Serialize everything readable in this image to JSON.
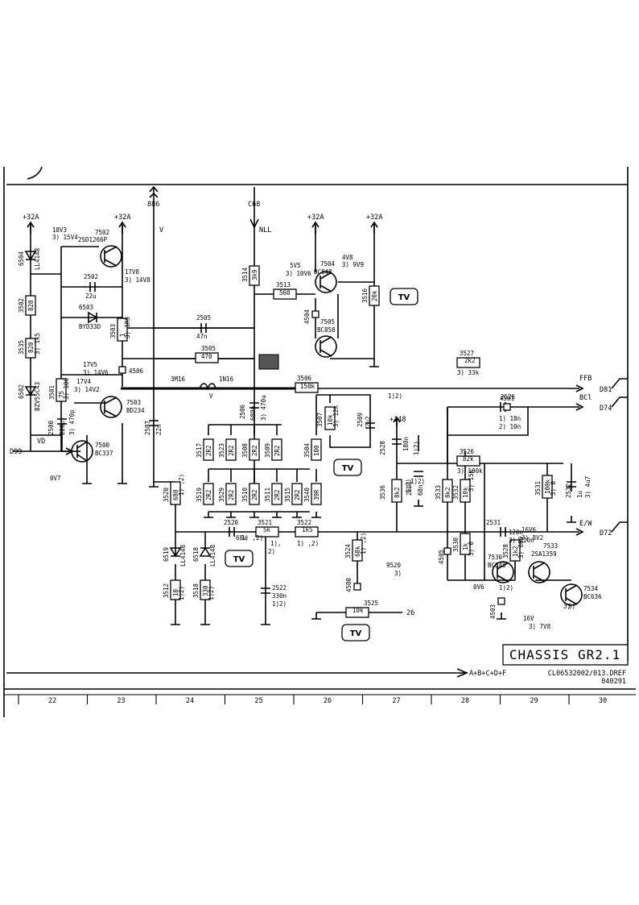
{
  "title_block": {
    "chassis": "CHASSIS GR2.1",
    "drawing_code": "CL06532002/013.DREF",
    "date_code": "040291",
    "bus_label": "A+B+C+D+F"
  },
  "grid_columns": [
    "22",
    "23",
    "24",
    "25",
    "26",
    "27",
    "28",
    "29",
    "30"
  ],
  "connectors": {
    "top_886": "886",
    "top_c68": "C68",
    "top_v": "V",
    "top_nll": "NLL",
    "in_vd": "VD",
    "in_d99": "D99",
    "out_ffb": "FFB",
    "out_d81": "D81",
    "out_bcl": "BCl",
    "out_d74": "D74",
    "out_ew": "E/W",
    "out_d72": "D72",
    "arrow_26": "26"
  },
  "supplies": {
    "p32a": "+32A",
    "p148": "+148"
  },
  "tv_badge": "TV",
  "transistors": [
    {
      "ref": "7500",
      "type": "BC337",
      "note": "0V7"
    },
    {
      "ref": "7502",
      "type": "2SD1266P",
      "note": "18V3",
      "note2": "3) 15V4"
    },
    {
      "ref": "7503",
      "type": "BD234",
      "note": "17V5",
      "note2": "3) 14V6"
    },
    {
      "ref": "7504",
      "type": "BC848",
      "note": "5V5",
      "note2": "3) 10V6",
      "note3": "4V8",
      "note4": "3) 9V9"
    },
    {
      "ref": "7505",
      "type": "BC858"
    },
    {
      "ref": "7530",
      "type": "BC848",
      "note": "0V6"
    },
    {
      "ref": "7533",
      "type": "2SA1359",
      "note": "16V6",
      "note2": "3) 8V2"
    },
    {
      "ref": "7534",
      "type": "BC636",
      "note": "3)"
    }
  ],
  "diodes": [
    {
      "ref": "6504",
      "type": "LL4148"
    },
    {
      "ref": "6502",
      "type": "BZV55C43"
    },
    {
      "ref": "6503",
      "type": "BYD33D"
    },
    {
      "ref": "6519",
      "type": "LL4148"
    },
    {
      "ref": "6518",
      "type": "LL4148"
    }
  ],
  "resistors": [
    {
      "ref": "3502",
      "value": "820"
    },
    {
      "ref": "3535",
      "value": "820",
      "note": "3) 1k5"
    },
    {
      "ref": "3501",
      "value": "75",
      "note": "3) 100"
    },
    {
      "ref": "3503",
      "value": "1",
      "note": "3) 1R5"
    },
    {
      "ref": "3505",
      "value": "470"
    },
    {
      "ref": "3506",
      "value": "150k"
    },
    {
      "ref": "3507",
      "value": "10k",
      "note": "3) 12k"
    },
    {
      "ref": "3513",
      "value": "560"
    },
    {
      "ref": "3514",
      "value": "3k9"
    },
    {
      "ref": "3516",
      "value": "20k"
    },
    {
      "ref": "3517",
      "value": "2R2"
    },
    {
      "ref": "3523",
      "value": "2R2"
    },
    {
      "ref": "3508",
      "value": "2R2"
    },
    {
      "ref": "3509",
      "value": "2R2"
    },
    {
      "ref": "3519",
      "value": "2R2"
    },
    {
      "ref": "3529",
      "value": "2R2"
    },
    {
      "ref": "3510",
      "value": "2R2"
    },
    {
      "ref": "3511",
      "value": "2R2"
    },
    {
      "ref": "3515",
      "value": "2R2"
    },
    {
      "ref": "3540",
      "value": "39R"
    },
    {
      "ref": "3504",
      "value": "100"
    },
    {
      "ref": "3520",
      "value": "680",
      "note": "1) ,2)"
    },
    {
      "ref": "3521",
      "value": "5k"
    },
    {
      "ref": "3522",
      "value": "1k5",
      "note": "1) ,2)"
    },
    {
      "ref": "3512",
      "value": "10",
      "note": "1)2)"
    },
    {
      "ref": "3518",
      "value": "330",
      "note": "1)2)"
    },
    {
      "ref": "3524",
      "value": "68k",
      "note": "1) ,2)"
    },
    {
      "ref": "3525",
      "value": "10k"
    },
    {
      "ref": "3526",
      "value": "82k",
      "note": "3) 100k"
    },
    {
      "ref": "3527",
      "value": "2k2",
      "note": "3) 33k"
    },
    {
      "ref": "3530",
      "value": "1k",
      "note": "3) 0"
    },
    {
      "ref": "3531",
      "value": "100k",
      "note": "3) 0"
    },
    {
      "ref": "3532",
      "value": "10k",
      "note": "3) 15K"
    },
    {
      "ref": "3533",
      "value": "8k2"
    },
    {
      "ref": "3536",
      "value": "8k2",
      "note": "1)2)"
    },
    {
      "ref": "3528",
      "value": "1k2",
      "note": "3) 680"
    }
  ],
  "capacitors": [
    {
      "ref": "2500",
      "value": "220p",
      "note": "3) 470p"
    },
    {
      "ref": "2502",
      "value": "22u"
    },
    {
      "ref": "2505",
      "value": "47n"
    },
    {
      "ref": "2506",
      "value": "680u",
      "note": "3) 470u"
    },
    {
      "ref": "2507",
      "value": "22n"
    },
    {
      "ref": "2509",
      "value": "2u2"
    },
    {
      "ref": "2520",
      "value": "68u",
      "note": "1) ,2)"
    },
    {
      "ref": "2521",
      "value": "68n",
      "note": "1)2)"
    },
    {
      "ref": "2522",
      "value": "330n",
      "note": "1)2)"
    },
    {
      "ref": "2526",
      "value": "1) 18n",
      "note": "2) 10n"
    },
    {
      "ref": "2528",
      "value": "180n",
      "note": "1)2)"
    },
    {
      "ref": "2531",
      "value": "120n",
      "note": "3) 220n"
    },
    {
      "ref": "2532",
      "value": "1u",
      "note": "3) 4u7"
    }
  ],
  "inductors": [
    {
      "ref": "5501",
      "value": "3M16"
    },
    {
      "ref": "5502",
      "value": "1N16"
    }
  ],
  "test_points": [
    "4506",
    "4504",
    "4501",
    "4505",
    "4503",
    "4500"
  ],
  "misc_labels": {
    "sw9520": "9520",
    "sw9520_note": "3)",
    "v17v8": "17V8",
    "v17v8_note": "3) 14V8",
    "v17v4": "17V4",
    "v17v4_note": "3) 14V2",
    "v16v": "16V",
    "v16v_note": "3) 7V8",
    "note_12a": "1)2)",
    "note_12b": "1)2)",
    "note_3521": "1),",
    "note_3521b": "2)",
    "note_7530": "1)2)",
    "note_3528b": "3)",
    "v_label": "V"
  }
}
